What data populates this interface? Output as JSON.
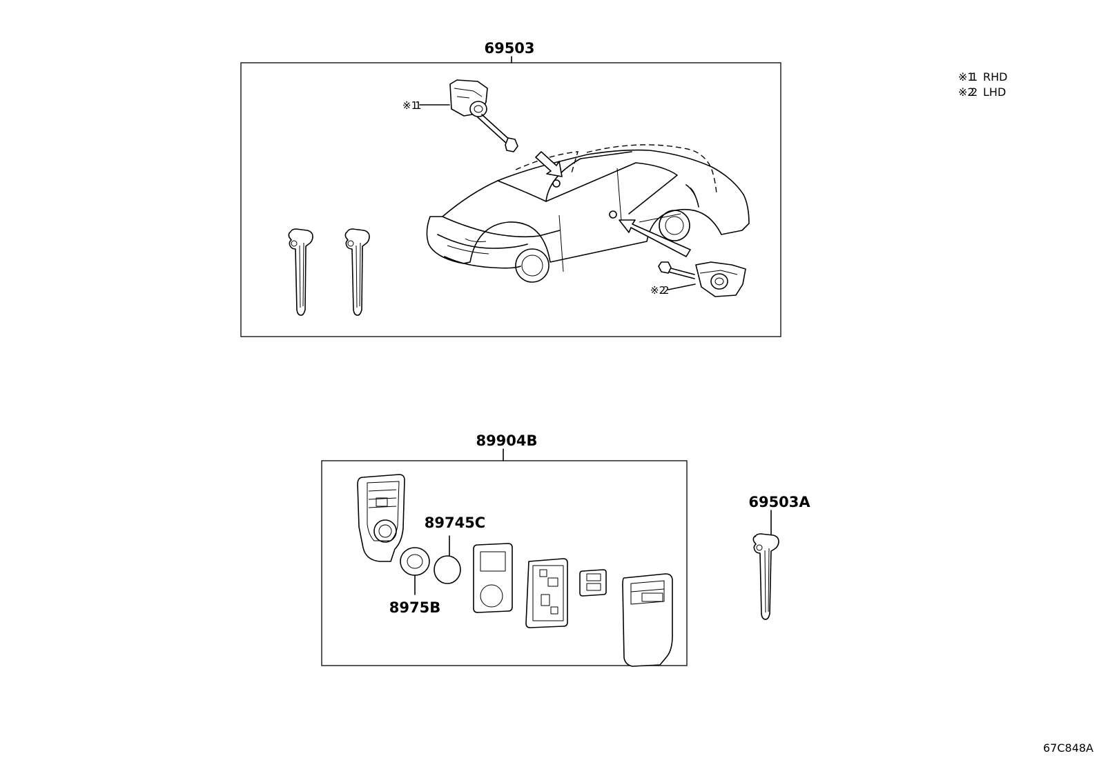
{
  "callouts": {
    "kit_upper": "69503",
    "kit_lower": "89904B",
    "key_blank_separate": "69503A",
    "battery": "89745C",
    "cover_ring": "8975B"
  },
  "markers": {
    "rhd_marker": "※1",
    "lhd_marker": "※2"
  },
  "legend": [
    {
      "mark": "※1",
      "text": "RHD"
    },
    {
      "mark": "※2",
      "text": "LHD"
    }
  ],
  "diagram_id": "67C848A"
}
